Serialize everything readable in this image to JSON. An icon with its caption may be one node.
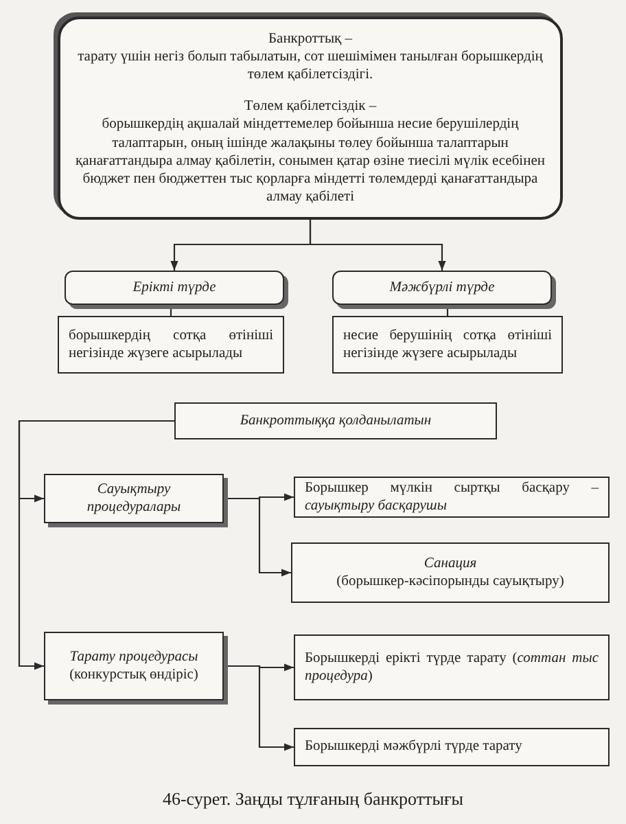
{
  "diagram": {
    "caption": "46-сурет. Заңды тұлғаның банкроттығы",
    "nodes": [
      {
        "text": [
          "Банкроттық –",
          "тарату үшін негіз болып табылатын, сот шешімімен танылған борышкердің төлем қабілетсіздігі.",
          "Төлем қабілетсіздік –",
          "борышкердің ақшалай міндеттемелер бойынша несие берушілердің талаптарын, оның ішінде жалақыны төлеу бойынша талаптарын қанағаттандыра алмау қабілетін, сонымен қатар өзіне тиесілі мүлік есебінен бюджет пен бюджеттен тыс қорларға міндетті төлемдерді қанағаттандыра алмау қабілеті"
        ]
      },
      {
        "text": [
          "Ерікті түрде"
        ]
      },
      {
        "text": [
          "Мәжбүрлі түрде"
        ]
      },
      {
        "text": [
          "борышкердің сотқа өтініші негізінде жүзеге асырылады"
        ]
      },
      {
        "text": [
          "несие берушінің сотқа өтініші негізінде жүзеге асырылады"
        ]
      },
      {
        "text": [
          "Банкроттыққа қолданылатын"
        ]
      },
      {
        "text": [
          "Сауықтыру процедуралары"
        ]
      },
      {
        "text": [
          "Борышкер мүлкін сыртқы басқару – *сауықтыру басқарушы*"
        ]
      },
      {
        "text": [
          "Санация",
          "(борышкер-кәсіпорынды сауықтыру)"
        ]
      },
      {
        "text": [
          "Тарату процедурасы",
          "(конкурстық өндіріс)"
        ]
      },
      {
        "text": [
          "Борышкерді ерікті түрде тарату (*соттан тыс процедура*)"
        ]
      },
      {
        "text": [
          "Борышкерді мәжбүрлі түрде тарату"
        ]
      }
    ],
    "edges": [
      {
        "from": 0,
        "to": 1,
        "arrow": "to"
      },
      {
        "from": 0,
        "to": 2,
        "arrow": "to"
      },
      {
        "from": 1,
        "to": 3,
        "arrow": "none"
      },
      {
        "from": 2,
        "to": 4,
        "arrow": "none"
      },
      {
        "from": 5,
        "to": 6,
        "arrow": "to"
      },
      {
        "from": 5,
        "to": 9,
        "arrow": "to"
      },
      {
        "from": 6,
        "to": 7,
        "arrow": "to"
      },
      {
        "from": 6,
        "to": 8,
        "arrow": "to"
      },
      {
        "from": 9,
        "to": 10,
        "arrow": "to"
      },
      {
        "from": 9,
        "to": 11,
        "arrow": "to"
      }
    ]
  }
}
